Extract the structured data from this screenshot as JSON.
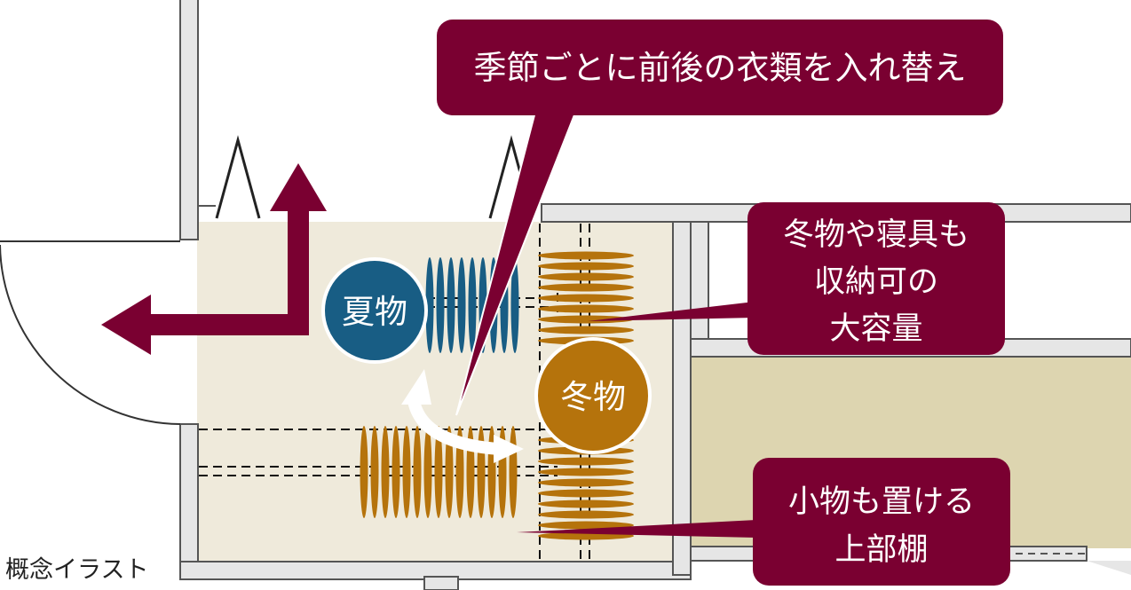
{
  "callouts": {
    "swap": "季節ごとに前後の衣類を入れ替え",
    "capacity": [
      "冬物や寝具も",
      "収納可の",
      "大容量"
    ],
    "shelf": [
      "小物も置ける",
      "上部棚"
    ]
  },
  "circles": {
    "summer": "夏物",
    "winter": "冬物"
  },
  "note": "概念イラスト",
  "colors": {
    "callout": "#7a0031",
    "summer": "#185d84",
    "winter": "#b5730c",
    "floor": "#efeadb",
    "floor_right": "#ddd5b0",
    "wall": "#e6e6e6",
    "wall_stroke": "#555555"
  }
}
